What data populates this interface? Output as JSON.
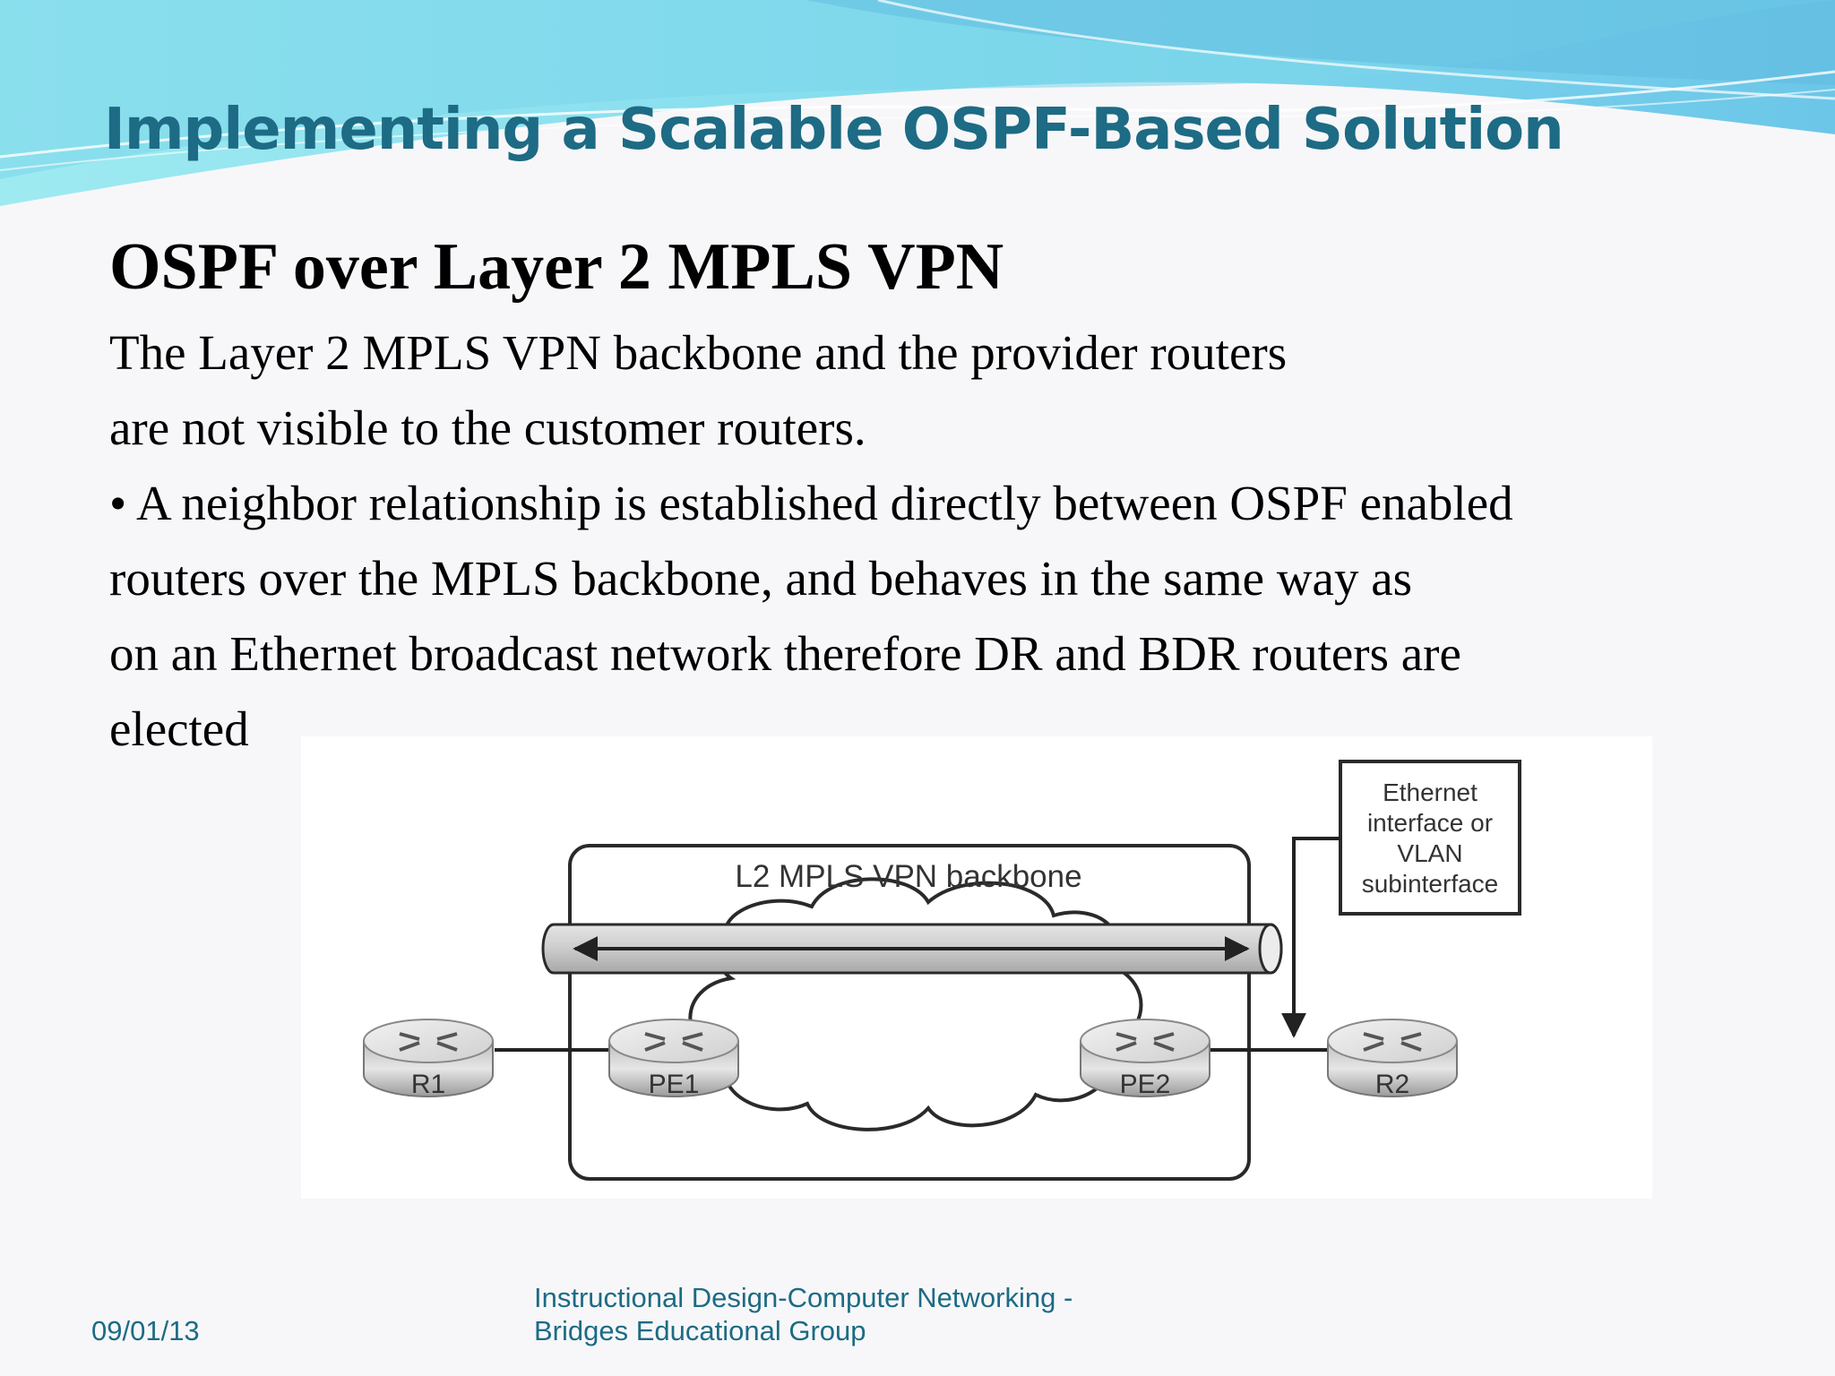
{
  "slide": {
    "title": "Implementing a Scalable OSPF-Based Solution",
    "subtitle": "OSPF over Layer 2 MPLS VPN",
    "body_lines": [
      "The Layer 2 MPLS VPN backbone and the provider routers",
      "are not visible to the customer routers.",
      "• A neighbor relationship is established directly between OSPF enabled",
      "routers over the MPLS backbone, and behaves in the same way as",
      "on an Ethernet broadcast network therefore DR and BDR routers are",
      "elected"
    ]
  },
  "diagram": {
    "backbone_label": "L2 MPLS VPN backbone",
    "callout_lines": [
      "Ethernet",
      "interface or",
      "VLAN",
      "subinterface"
    ],
    "routers": {
      "r1": "R1",
      "pe1": "PE1",
      "pe2": "PE2",
      "r2": "R2"
    }
  },
  "footer": {
    "date": "09/01/13",
    "org_line1": "Instructional Design-Computer Networking -",
    "org_line2": "Bridges Educational Group"
  },
  "colors": {
    "title": "#1d6b84",
    "footer": "#1d6b84",
    "wave_light": "#8fe6ef",
    "wave_mid": "#6fc9e6"
  }
}
